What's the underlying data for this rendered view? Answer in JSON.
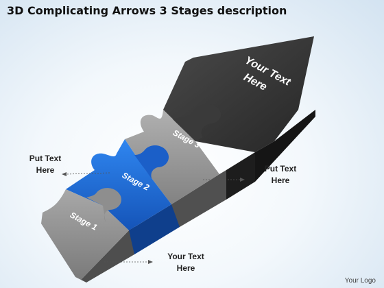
{
  "title": "3D Complicating Arrows 3 Stages description",
  "arrow": {
    "head_line1": "Your Text",
    "head_line2": "Here",
    "stages": [
      "Stage 1",
      "Stage 2",
      "Stage 3"
    ]
  },
  "callouts": {
    "left": [
      "Put Text",
      "Here"
    ],
    "right": [
      "Put Text",
      "Here"
    ],
    "bottom": [
      "Your Text",
      "Here"
    ]
  },
  "logo": "Your Logo",
  "colors": {
    "stage_gray": "#8a8a8a",
    "stage_blue": "#1f6fd6",
    "arrow_dark": "#3a3a3a"
  }
}
